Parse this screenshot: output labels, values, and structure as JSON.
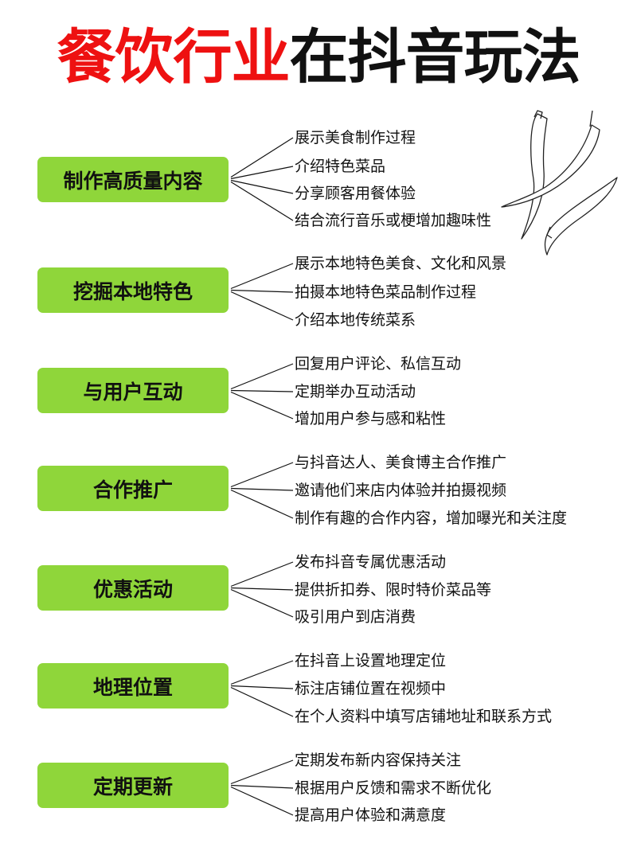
{
  "title": {
    "red_part": "餐饮行业",
    "black_part": "在抖音玩法"
  },
  "colors": {
    "title_red": "#ee1111",
    "box_green": "#8fd63a",
    "text": "#111111"
  },
  "decoration": "chili-peppers-sketch",
  "groups": [
    {
      "label": "制作高质量内容",
      "items": [
        "展示美食制作过程",
        "介绍特色菜品",
        "分享顾客用餐体验",
        "结合流行音乐或梗增加趣味性"
      ]
    },
    {
      "label": "挖掘本地特色",
      "items": [
        "展示本地特色美食、文化和风景",
        "拍摄本地特色菜品制作过程",
        "介绍本地传统菜系"
      ]
    },
    {
      "label": "与用户互动",
      "items": [
        "回复用户评论、私信互动",
        "定期举办互动活动",
        "增加用户参与感和粘性"
      ]
    },
    {
      "label": "合作推广",
      "items": [
        "与抖音达人、美食博主合作推广",
        "邀请他们来店内体验并拍摄视频",
        "制作有趣的合作内容，增加曝光和关注度"
      ]
    },
    {
      "label": "优惠活动",
      "items": [
        "发布抖音专属优惠活动",
        "提供折扣券、限时特价菜品等",
        "吸引用户到店消费"
      ]
    },
    {
      "label": "地理位置",
      "items": [
        "在抖音上设置地理定位",
        "标注店铺位置在视频中",
        "在个人资料中填写店铺地址和联系方式"
      ]
    },
    {
      "label": "定期更新",
      "items": [
        "定期发布新内容保持关注",
        "根据用户反馈和需求不断优化",
        "提高用户体验和满意度"
      ]
    }
  ]
}
